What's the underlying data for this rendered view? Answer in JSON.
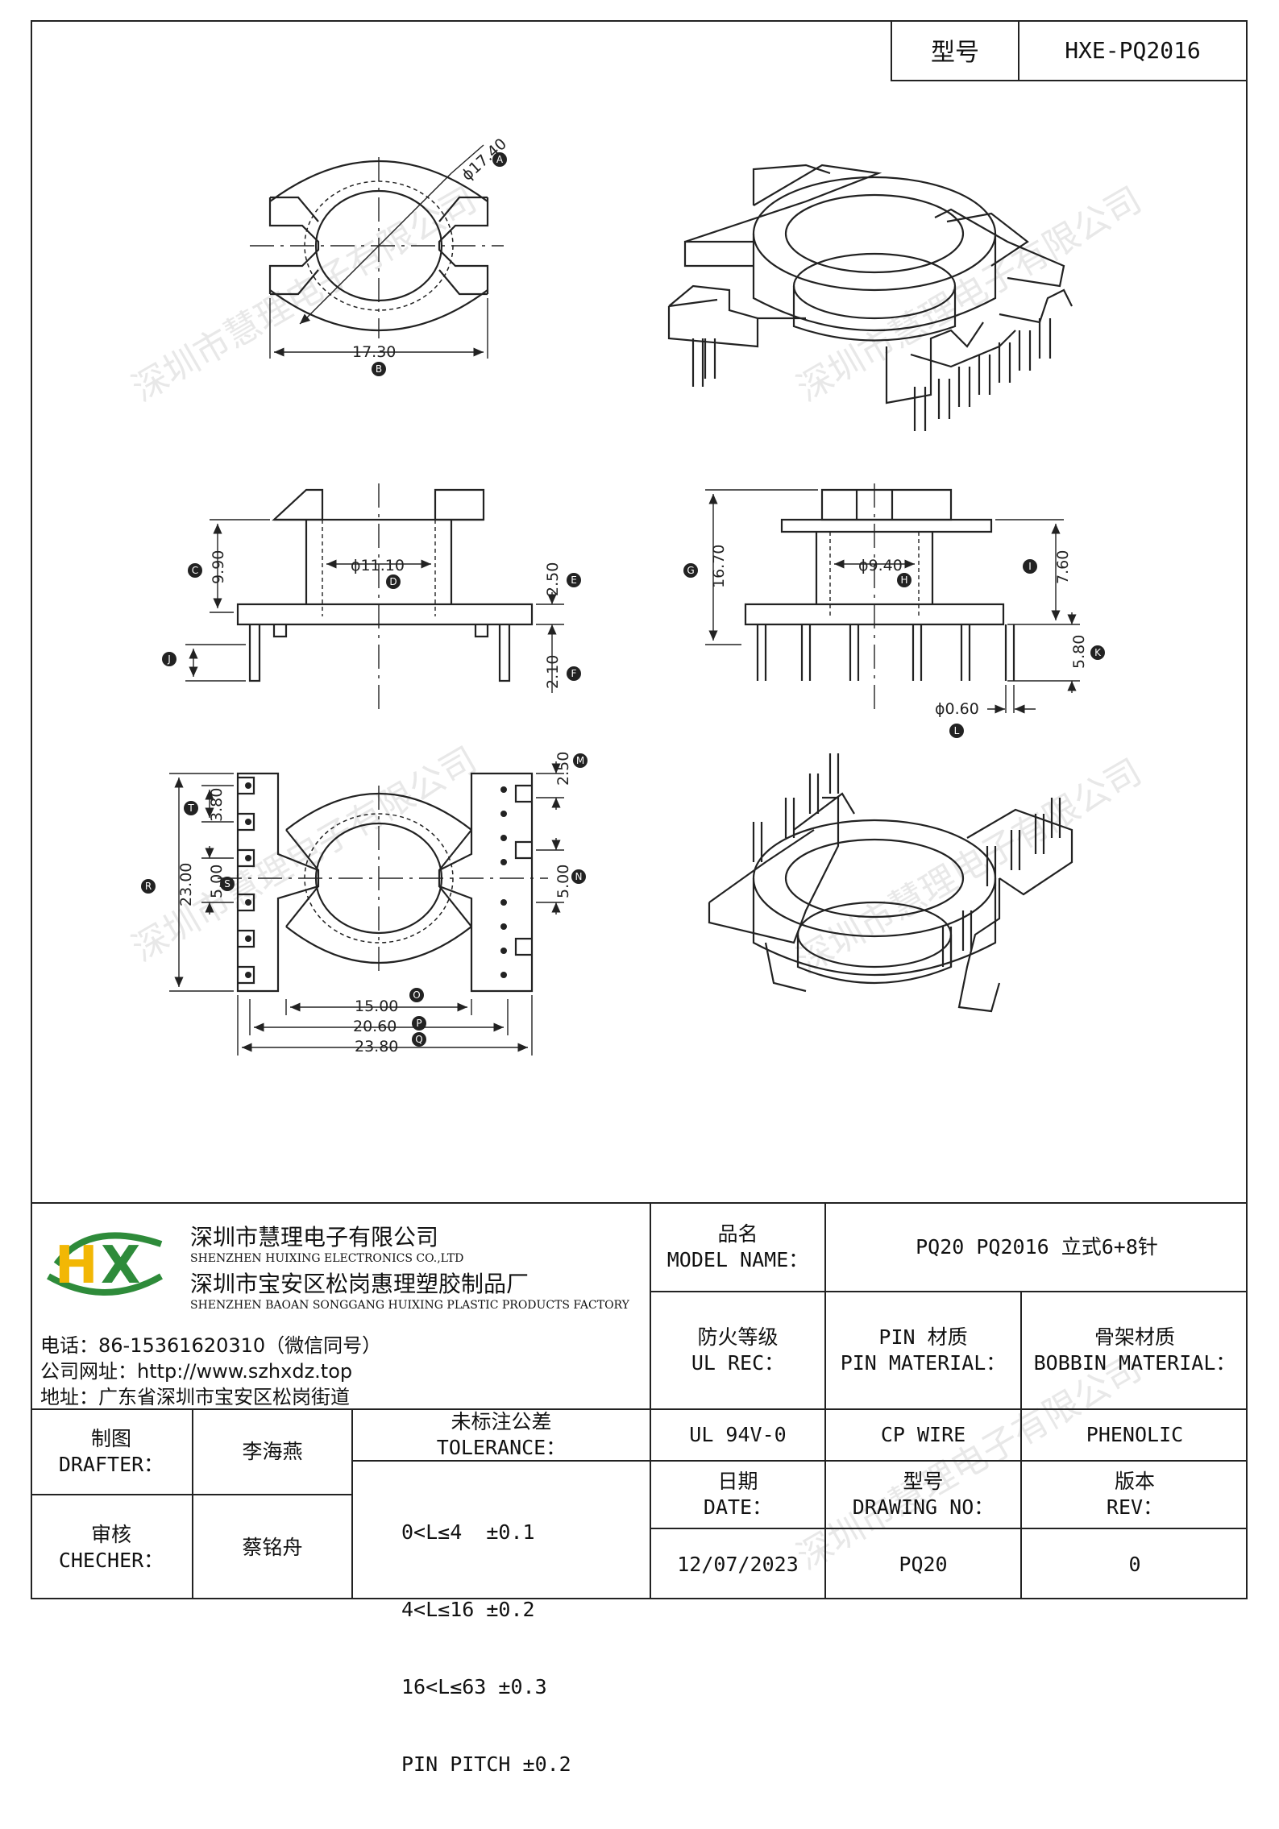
{
  "header": {
    "model_label": "型号",
    "model_value": "HXE-PQ2016"
  },
  "dims": {
    "d17_40": "ϕ17.40",
    "d17_30": "17.30",
    "d9_90": "9.90",
    "d11_10": "ϕ11.10",
    "d2_50a": "2.50",
    "d2_10": "2.10",
    "d16_70": "16.70",
    "d9_40": "ϕ9.40",
    "d7_60": "7.60",
    "d5_80": "5.80",
    "d0_60": "ϕ0.60",
    "d3_80": "3.80",
    "d5_00a": "5.00",
    "d23_00": "23.00",
    "d2_50b": "2.50",
    "d5_00b": "5.00",
    "d15_00": "15.00",
    "d20_60": "20.60",
    "d23_80": "23.80"
  },
  "balloons": {
    "A": "A",
    "B": "B",
    "C": "C",
    "D": "D",
    "E": "E",
    "F": "F",
    "J": "J",
    "G": "G",
    "H": "H",
    "I": "I",
    "K": "K",
    "L": "L",
    "M": "M",
    "N": "N",
    "R": "R",
    "S": "S",
    "T": "T",
    "O": "O",
    "P": "P",
    "Q": "Q"
  },
  "watermark": "深圳市慧理电子有限公司",
  "company": {
    "logo_text": "HX",
    "name_cn": "深圳市慧理电子有限公司",
    "name_en": "SHENZHEN HUIXING ELECTRONICS CO.,LTD",
    "factory_cn": "深圳市宝安区松岗惠理塑胶制品厂",
    "factory_en": "SHENZHEN BAOAN SONGGANG HUIXING PLASTIC PRODUCTS FACTORY",
    "phone": "电话：86-15361620310（微信同号）",
    "website": "公司网址：http://www.szhxdz.top",
    "address": "地址：广东省深圳市宝安区松岗街道"
  },
  "titleblock": {
    "model_name_cn": "品名",
    "model_name_en": "MODEL NAME：",
    "model_name_value": "PQ20 PQ2016 立式6+8针",
    "ul_cn": "防火等级",
    "ul_en": "UL REC：",
    "pin_mat_cn": "PIN 材质",
    "pin_mat_en": "PIN MATERIAL：",
    "bobbin_mat_cn": "骨架材质",
    "bobbin_mat_en": "BOBBIN MATERIAL：",
    "ul_value": "UL 94V-0",
    "pin_value": "CP WIRE",
    "bobbin_value": "PHENOLIC",
    "drafter_cn": "制图",
    "drafter_en": "DRAFTER：",
    "drafter_value": "李海燕",
    "checker_cn": "审核",
    "checker_en": "CHECHER：",
    "checker_value": "蔡铭舟",
    "tolerance_cn": "未标注公差",
    "tolerance_en": "TOLERANCE：",
    "tolerance_lines": [
      "0<L≤4  ±0.1",
      "4<L≤16 ±0.2",
      "16<L≤63 ±0.3",
      "PIN PITCH ±0.2"
    ],
    "date_cn": "日期",
    "date_en": "DATE：",
    "date_value": "12/07/2023",
    "drawing_no_cn": "型号",
    "drawing_no_en": "DRAWING NO：",
    "drawing_no_value": "PQ20",
    "rev_cn": "版本",
    "rev_en": "REV：",
    "rev_value": "0"
  }
}
